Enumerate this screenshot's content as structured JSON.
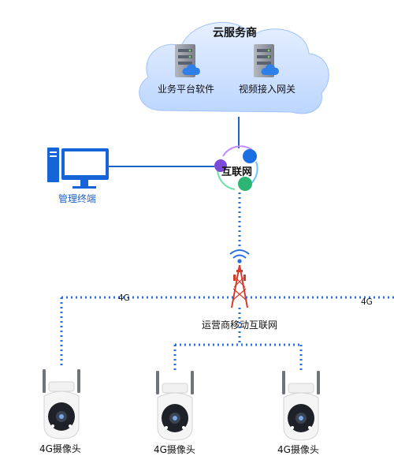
{
  "cloud": {
    "title": "云服务商",
    "servers": [
      {
        "label": "业务平台软件",
        "icon": "server-cloud-icon"
      },
      {
        "label": "视频接入网关",
        "icon": "server-cloud-icon"
      }
    ]
  },
  "internet": {
    "label": "互联网",
    "icon": "internet-hub-icon"
  },
  "terminal": {
    "label": "管理终端",
    "icon": "desktop-computer-icon"
  },
  "tower": {
    "label": "运营商移动互联网",
    "icon": "cell-tower-icon"
  },
  "links": {
    "left_4g": "4G",
    "right_4g": "4G"
  },
  "cameras": [
    {
      "label": "4G摄像头",
      "icon": "4g-camera-icon"
    },
    {
      "label": "4G摄像头",
      "icon": "4g-camera-icon"
    },
    {
      "label": "4G摄像头",
      "icon": "4g-camera-icon"
    }
  ],
  "colors": {
    "link_solid": "#1e62c8",
    "link_dotted": "#2a6fe0",
    "cloud_fill": "#cfe2ff",
    "server_body": "#8a8f99",
    "accent_blue": "#1565d8",
    "purple": "#7b4ad6",
    "green": "#2bb673",
    "tower_red": "#d83a2c"
  }
}
